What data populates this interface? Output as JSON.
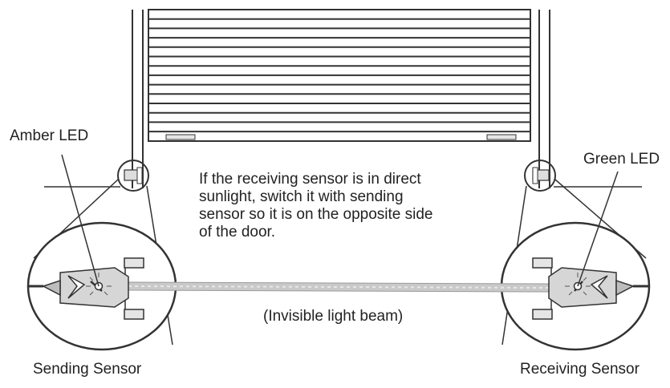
{
  "labels": {
    "amber_led": "Amber LED",
    "green_led": "Green LED",
    "sending_sensor": "Sending Sensor",
    "receiving_sensor": "Receiving Sensor",
    "beam": "(Invisible light beam)"
  },
  "note_lines": [
    "If the receiving sensor is in direct",
    "sunlight, switch it with sending",
    "sensor so it is on the opposite side",
    "of the door."
  ],
  "colors": {
    "line": "#333333",
    "beam": "#bdbdbd",
    "sensor_fill": "#d6d6d6"
  }
}
